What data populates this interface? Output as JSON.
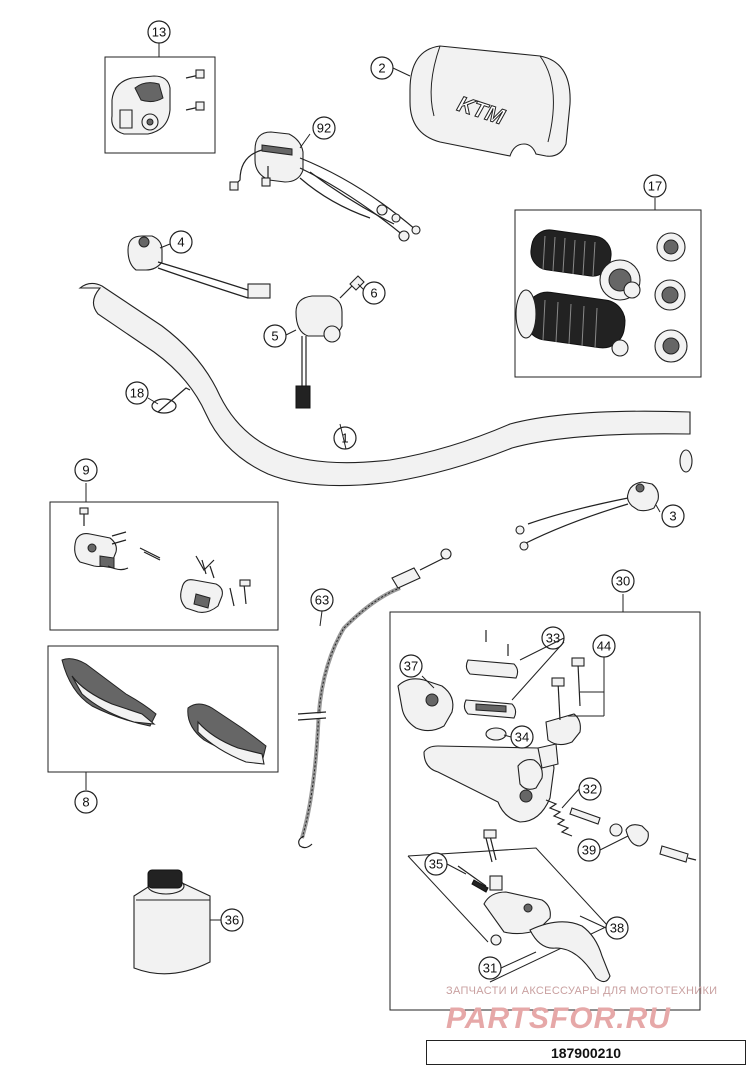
{
  "callouts": {
    "c1": "1",
    "c2": "2",
    "c3": "3",
    "c4": "4",
    "c5": "5",
    "c6": "6",
    "c8": "8",
    "c9": "9",
    "c13": "13",
    "c17": "17",
    "c18": "18",
    "c30": "30",
    "c31": "31",
    "c32": "32",
    "c33": "33",
    "c34": "34",
    "c35": "35",
    "c36": "36",
    "c37": "37",
    "c38": "38",
    "c39": "39",
    "c44": "44",
    "c63": "63",
    "c92": "92"
  },
  "pad_logo": "KTM",
  "watermark": {
    "line1": "ЗАПЧАСТИ И АКСЕССУАРЫ ДЛЯ МОТОТЕХНИКИ",
    "line2": "PARTSFOR.RU"
  },
  "drawing_number": "187900210"
}
